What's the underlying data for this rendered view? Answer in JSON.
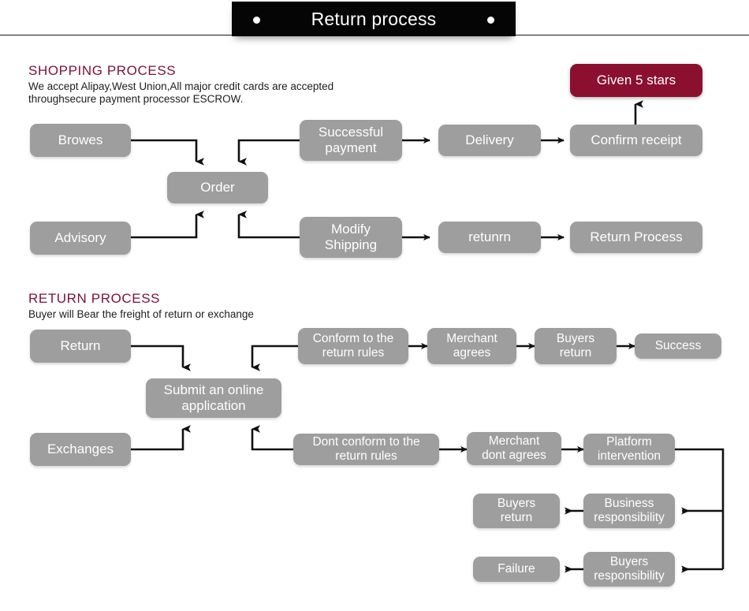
{
  "banner": {
    "title": "Return process",
    "dot_left": "banner-dot-left",
    "dot_right": "banner-dot-right"
  },
  "colors": {
    "accent_maroon": "#8b1030",
    "node_gray": "#9e9e9e",
    "heading_maroon": "#7d1134",
    "banner_black": "#050505",
    "text_white": "#ffffff",
    "wire_black": "#111111"
  },
  "sections": [
    {
      "id": "shopping",
      "title": "SHOPPING PROCESS",
      "description": "We accept Alipay,West Union,All major credit cards are accepted\nthroughsecure payment processor ESCROW."
    },
    {
      "id": "return",
      "title": "RETURN PROCESS",
      "description": "Buyer will Bear the freight of return or exchange"
    }
  ],
  "nodes": {
    "browes": "Browes",
    "order": "Order",
    "successful_payment": "Successful\npayment",
    "delivery": "Delivery",
    "confirm_receipt": "Confirm receipt",
    "given_5_stars": "Given 5 stars",
    "advisory": "Advisory",
    "modify_shipping": "Modify\nShipping",
    "retunrn": "retunrn",
    "return_process": "Return Process",
    "return": "Return",
    "submit_online_application": "Submit an online\napplication",
    "conform_rules": "Conform to the\nreturn rules",
    "merchant_agrees": "Merchant\nagrees",
    "buyers_return_top": "Buyers\nreturn",
    "success": "Success",
    "exchanges": "Exchanges",
    "dont_conform_rules": "Dont conform to the\nreturn rules",
    "merchant_dont_agrees": "Merchant\ndont agrees",
    "platform_intervention": "Platform\nintervention",
    "business_responsibility": "Business\nresponsibility",
    "buyers_return_mid": "Buyers\nreturn",
    "buyers_responsibility": "Buyers\nresponsibility",
    "failure": "Failure"
  }
}
